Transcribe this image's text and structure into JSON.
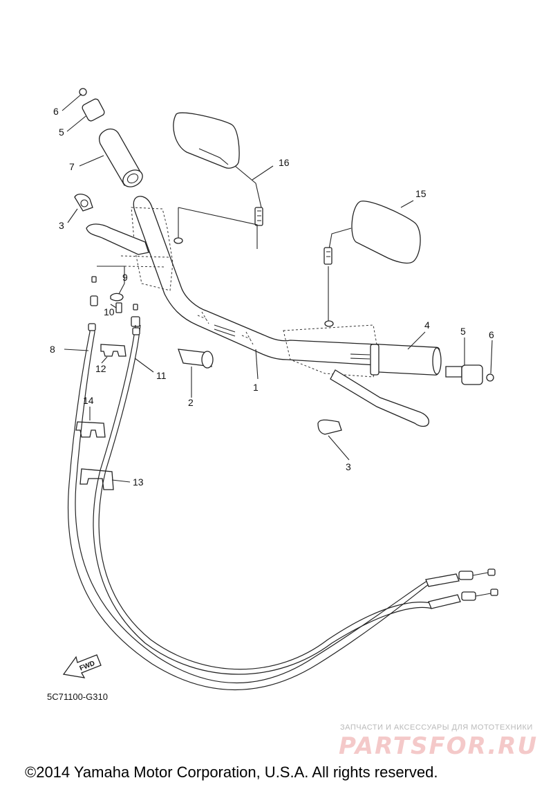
{
  "diagram": {
    "part_labels": {
      "p1": "1",
      "p2": "2",
      "p3a": "3",
      "p3b": "3",
      "p4": "4",
      "p5a": "5",
      "p5b": "5",
      "p6a": "6",
      "p6b": "6",
      "p7": "7",
      "p8": "8",
      "p9": "9",
      "p10": "10",
      "p11": "11",
      "p12": "12",
      "p13": "13",
      "p14": "14",
      "p15": "15",
      "p16": "16"
    },
    "fwd_label": "FWD",
    "drawing_code": "5C71100-G310"
  },
  "watermark": {
    "tagline": "ЗАПЧАСТИ И АКСЕССУАРЫ ДЛЯ МОТОТЕХНИКИ",
    "logo_text": "PARTSFOR.RU"
  },
  "footer": {
    "copyright": "©2014 Yamaha Motor Corporation, U.S.A. All rights reserved."
  }
}
